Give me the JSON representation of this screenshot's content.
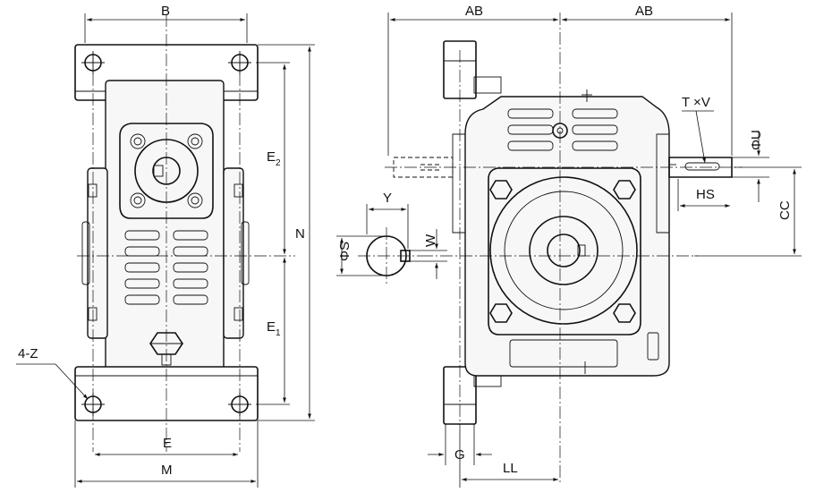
{
  "dimension_labels": {
    "b": "B",
    "e2": "E",
    "e2_sub": "2",
    "n": "N",
    "e1": "E",
    "e1_sub": "1",
    "four_z": "4-Z",
    "e": "E",
    "m": "M",
    "ab_left": "AB",
    "ab_right": "AB",
    "t_v": "T ×V",
    "phi_u": "ΦU",
    "hs": "HS",
    "cc": "CC",
    "y": "Y",
    "w": "W",
    "phi_s": "ΦS",
    "g": "G",
    "ll": "LL"
  }
}
